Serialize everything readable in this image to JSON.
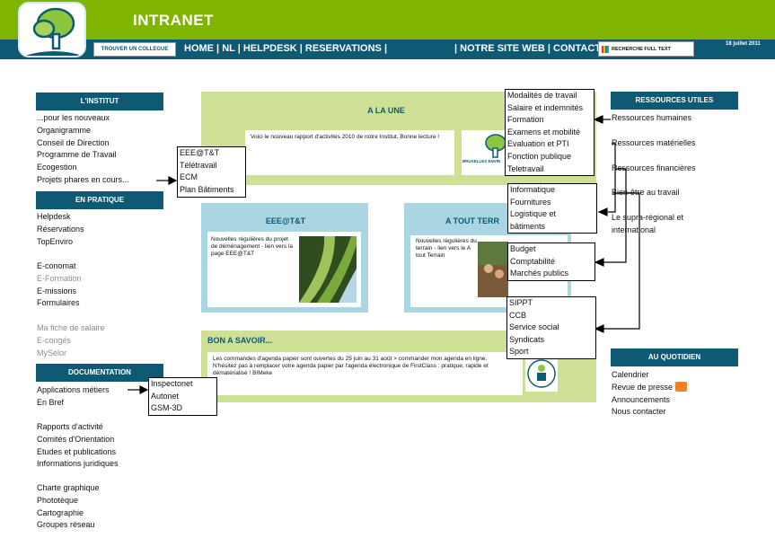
{
  "header": {
    "brand": "INTRANET",
    "find_colleague": "TROUVER UN COLLEGUE",
    "nav_left": "HOME | NL | HELPDESK | RESERVATIONS |",
    "nav_right": "| NOTRE SITE WEB | CONTACT |",
    "search_label": "RECHERCHE FULL TEXT",
    "date": "18 juillet 2011"
  },
  "sidebar": {
    "institut": {
      "title": "L'INSTITUT",
      "items": [
        "...pour les nouveaux",
        "Organigramme",
        "Conseil de Direction",
        "Programme de Travail",
        "Ecogestion",
        "Projets phares en cours..."
      ]
    },
    "pratique": {
      "title": "EN PRATIQUE",
      "group1": [
        "Helpdesk",
        "Réservations",
        "TopEnviro"
      ],
      "group2": [
        "E-conomat",
        "E-Formation",
        "E-missions",
        "Formulaires"
      ],
      "group3": [
        "Ma fiche de salaire",
        "E-congés",
        "MySelor"
      ]
    },
    "documentation": {
      "title": "DOCUMENTATION",
      "group1": [
        "Applications métiers",
        "En Bref"
      ],
      "group2": [
        "Rapports d'activité",
        "Comités d'Orientation",
        "Etudes et publications",
        "Informations juridiques"
      ],
      "group3": [
        "Charte graphique",
        "Phototèque",
        "Cartographie",
        "Groupes réseau"
      ]
    }
  },
  "main": {
    "une": {
      "title": "A LA UNE",
      "text": "Voici le nouveau rapport d'activités 2010 de notre Institut. Bonne lecture !",
      "logo_text": "BRUXELLES ENVIR"
    },
    "eeet": {
      "title": "EEE@T&T",
      "text": "Nouvelles régulières du projet de déménagement - lien vers la page EEE@T&T"
    },
    "terrain": {
      "title": "A TOUT TERR",
      "text": "Nouvelles régulières du terrain - lien vers le A tout Terrain"
    },
    "savoir": {
      "title": "BON A SAVOIR...",
      "line1": "Les commandes d'agenda papier sont ouvertes du 25 juin au 31 août > commander mon agenda en ligne.",
      "line2": "N'hésitez pas à remplacer votre agenda papier par l'agenda électronique de FirstClass : pratique, rapide et dématérialisé ! BIMeke"
    }
  },
  "right": {
    "ressources": {
      "title": "RESSOURCES UTILES",
      "items": [
        "Ressources humaines",
        "Ressources matérielles",
        "Ressources financières",
        "Bien-être au travail",
        "Le supra-régional et international"
      ]
    },
    "quotidien": {
      "title": "AU QUOTIDIEN",
      "items": [
        "Calendrier",
        "Revue de presse",
        "Announcements",
        "Nous contacter"
      ]
    }
  },
  "popups": {
    "projets": [
      "EEE@T&T",
      "Télétravail",
      "ECM",
      "Plan Bâtiments"
    ],
    "applications": [
      "Inspectonet",
      "Autonet",
      "GSM-3D"
    ],
    "rh": [
      "Modalités de travail",
      "Salaire et indemnités",
      "Formation",
      "Examens et mobilité",
      "Evaluation et PTI",
      "Fonction publique",
      "Teletravail"
    ],
    "materielles": [
      "Informatique",
      "Fournitures",
      "Logistique et",
      "bâtiments"
    ],
    "financieres": [
      "Budget",
      "Comptabilité",
      "Marchés publics"
    ],
    "bienetre": [
      "SIPPT",
      "CCB",
      "Service social",
      "Syndicats",
      "Sport"
    ]
  },
  "colors": {
    "green": "#7fb400",
    "teal": "#0e5a74",
    "panel_green": "#cde096",
    "panel_blue": "#a9d6e2"
  },
  "icons": [
    "tree-logo-icon",
    "google-icon",
    "rss-icon",
    "arrow-left-icon",
    "arrow-right-icon"
  ]
}
